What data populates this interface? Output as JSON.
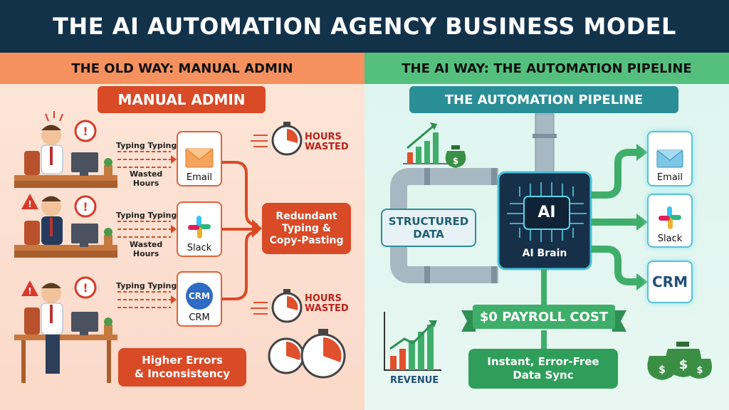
{
  "header": {
    "title": "THE AI AUTOMATION AGENCY BUSINESS MODEL"
  },
  "left": {
    "band": "THE OLD WAY: MANUAL ADMIN",
    "title": "MANUAL ADMIN",
    "typing": "Typing Typing",
    "wasted_hours": "Wasted\nHours",
    "cards": [
      {
        "label": "Email"
      },
      {
        "label": "Slack"
      },
      {
        "label": "CRM",
        "logo": "CRM"
      }
    ],
    "hours_wasted": "HOURS\nWASTED",
    "redundant": "Redundant\nTyping &\nCopy-Pasting",
    "errors": "Higher Errors\n& Inconsistency"
  },
  "right": {
    "band": "THE AI WAY: THE AUTOMATION PIPELINE",
    "title": "THE AUTOMATION PIPELINE",
    "structured": "STRUCTURED\nDATA",
    "ai": "AI",
    "ai_brain": "AI Brain",
    "cards": [
      {
        "label": "Email"
      },
      {
        "label": "Slack"
      },
      {
        "label": "CRM"
      }
    ],
    "payroll": "$0 PAYROLL COST",
    "revenue": "REVENUE",
    "sync": "Instant, Error-Free\nData Sync"
  },
  "colors": {
    "header": "#12324a",
    "red": "#d94a27",
    "green": "#2f9e5a",
    "teal": "#2a8e97"
  },
  "icons": [
    "worker-icon",
    "alert-icon",
    "envelope-icon",
    "slack-icon",
    "crm-icon",
    "stopwatch-icon",
    "money-bag-icon",
    "bar-chart-icon",
    "ai-chip-icon"
  ]
}
